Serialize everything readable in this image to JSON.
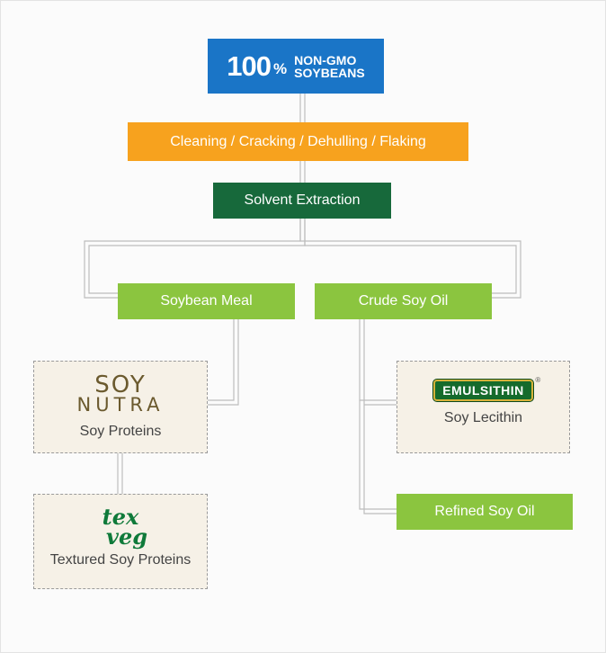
{
  "root": {
    "number": "100",
    "percent": "%",
    "line1": "NON-GMO",
    "line2": "SOYBEANS"
  },
  "steps": {
    "processing": "Cleaning / Cracking / Dehulling / Flaking",
    "extraction": "Solvent Extraction",
    "meal": "Soybean Meal",
    "oil": "Crude Soy Oil",
    "refined": "Refined Soy Oil"
  },
  "products": {
    "soy_proteins": {
      "logo_line1": "SOY",
      "logo_line2": "NUTRA",
      "label": "Soy Proteins"
    },
    "textured": {
      "logo_line1": "tex",
      "logo_line2": "veg",
      "label": "Textured Soy Proteins"
    },
    "lecithin": {
      "logo": "EMULSITHIN",
      "label": "Soy Lecithin"
    }
  },
  "colors": {
    "root": "#1a75c7",
    "processing": "#f7a21e",
    "extraction": "#17693b",
    "products": "#8bc53f",
    "card": "#f6f1e7",
    "connector": "#bdbdbd"
  }
}
